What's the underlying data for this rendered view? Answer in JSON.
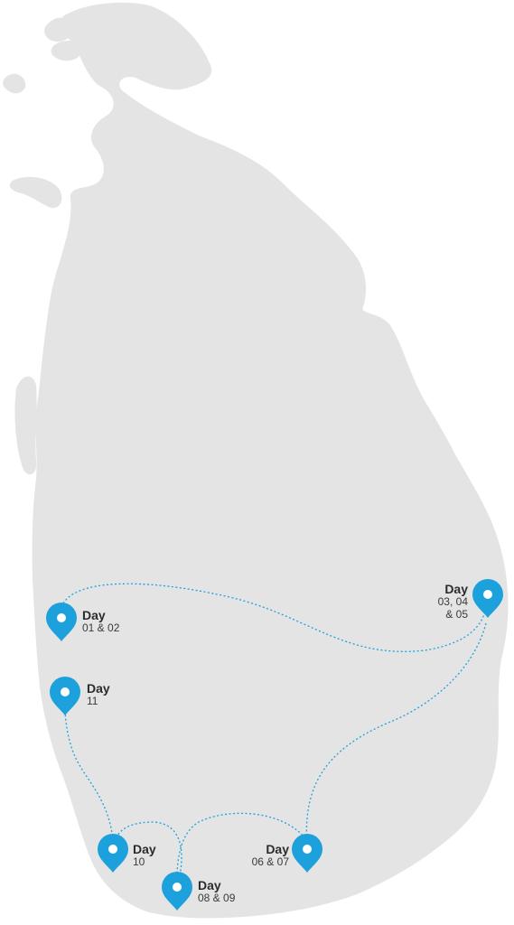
{
  "map": {
    "land_color": "#e4e4e4",
    "pin_color": "#1da1dc",
    "route_color": "#1da1dc"
  },
  "stops": [
    {
      "title": "Day",
      "days": "01 & 02"
    },
    {
      "title": "Day",
      "days": "03, 04\n& 05"
    },
    {
      "title": "Day",
      "days": "06 & 07"
    },
    {
      "title": "Day",
      "days": "08 & 09"
    },
    {
      "title": "Day",
      "days": "10"
    },
    {
      "title": "Day",
      "days": "11"
    }
  ]
}
